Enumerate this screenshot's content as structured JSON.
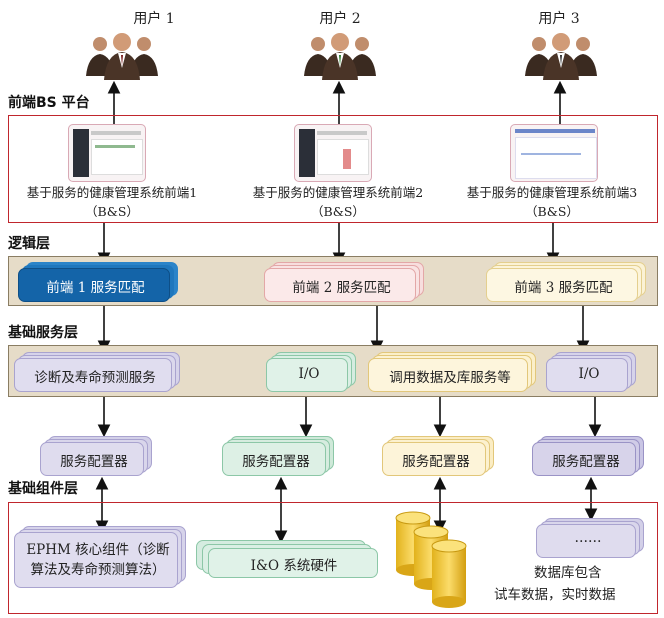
{
  "users": [
    {
      "label": "用户 1"
    },
    {
      "label": "用户 2"
    },
    {
      "label": "用户 3"
    }
  ],
  "layers": {
    "frontend": "前端BS 平台",
    "logic": "逻辑层",
    "base_service": "基础服务层",
    "base_component": "基础组件层"
  },
  "frontends": [
    {
      "name": "基于服务的健康管理系统前端1",
      "tag": "（B&S）"
    },
    {
      "name": "基于服务的健康管理系统前端2",
      "tag": "（B&S）"
    },
    {
      "name": "基于服务的健康管理系统前端3",
      "tag": "（B&S）"
    }
  ],
  "logic_boxes": [
    {
      "label": "前端 1 服务匹配",
      "color": "#1a6fb8"
    },
    {
      "label": "前端 2 服务匹配",
      "color": "#f7d9d9"
    },
    {
      "label": "前端 3 服务匹配",
      "color": "#fbf2d0"
    }
  ],
  "service_boxes": {
    "diagnosis": "诊断及寿命预测服务",
    "io1": "I/O",
    "data_call": "调用数据及库服务等",
    "io2": "I/O"
  },
  "configurators": [
    {
      "label": "服务配置器"
    },
    {
      "label": "服务配置器"
    },
    {
      "label": "服务配置器"
    },
    {
      "label": "服务配置器"
    }
  ],
  "components": {
    "ephm_line1": "EPHM 核心组件（诊断",
    "ephm_line2": "算法及寿命预测算法）",
    "io_hw": "I&O 系统硬件",
    "dots": "……",
    "db_line1": "数据库包含",
    "db_line2": "试车数据，实时数据"
  }
}
